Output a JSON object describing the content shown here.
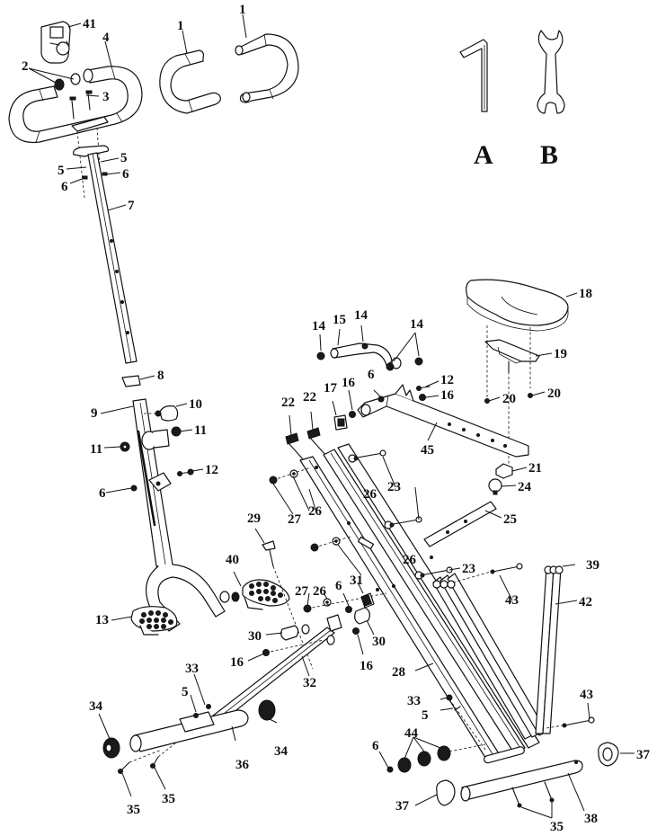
{
  "diagram": {
    "type": "exploded-assembly",
    "subject": "exercise machine parts diagram",
    "tools": [
      {
        "id": "A",
        "label": "A",
        "icon": "allen-key-icon"
      },
      {
        "id": "B",
        "label": "B",
        "icon": "open-wrench-icon"
      }
    ],
    "callouts": [
      {
        "part": "41",
        "label": "41"
      },
      {
        "part": "4",
        "label": "4"
      },
      {
        "part": "1a",
        "label": "1"
      },
      {
        "part": "1b",
        "label": "1"
      },
      {
        "part": "2",
        "label": "2"
      },
      {
        "part": "3",
        "label": "3"
      },
      {
        "part": "5a",
        "label": "5"
      },
      {
        "part": "5b",
        "label": "5"
      },
      {
        "part": "6a",
        "label": "6"
      },
      {
        "part": "6b",
        "label": "6"
      },
      {
        "part": "7",
        "label": "7"
      },
      {
        "part": "8",
        "label": "8"
      },
      {
        "part": "9",
        "label": "9"
      },
      {
        "part": "10",
        "label": "10"
      },
      {
        "part": "11a",
        "label": "11"
      },
      {
        "part": "11b",
        "label": "11"
      },
      {
        "part": "12a",
        "label": "12"
      },
      {
        "part": "6c",
        "label": "6"
      },
      {
        "part": "13",
        "label": "13"
      },
      {
        "part": "40",
        "label": "40"
      },
      {
        "part": "29",
        "label": "29"
      },
      {
        "part": "14a",
        "label": "14"
      },
      {
        "part": "15",
        "label": "15"
      },
      {
        "part": "14b",
        "label": "14"
      },
      {
        "part": "14c",
        "label": "14"
      },
      {
        "part": "18",
        "label": "18"
      },
      {
        "part": "19",
        "label": "19"
      },
      {
        "part": "12b",
        "label": "12"
      },
      {
        "part": "16a",
        "label": "16"
      },
      {
        "part": "16b",
        "label": "16"
      },
      {
        "part": "6d",
        "label": "6"
      },
      {
        "part": "17",
        "label": "17"
      },
      {
        "part": "20a",
        "label": "20"
      },
      {
        "part": "20b",
        "label": "20"
      },
      {
        "part": "22a",
        "label": "22"
      },
      {
        "part": "22b",
        "label": "22"
      },
      {
        "part": "45",
        "label": "45"
      },
      {
        "part": "21",
        "label": "21"
      },
      {
        "part": "24",
        "label": "24"
      },
      {
        "part": "25",
        "label": "25"
      },
      {
        "part": "23a",
        "label": "23"
      },
      {
        "part": "23b",
        "label": "23"
      },
      {
        "part": "26a",
        "label": "26"
      },
      {
        "part": "26b",
        "label": "26"
      },
      {
        "part": "26c",
        "label": "26"
      },
      {
        "part": "26d",
        "label": "26"
      },
      {
        "part": "27a",
        "label": "27"
      },
      {
        "part": "27b",
        "label": "27"
      },
      {
        "part": "6e",
        "label": "6"
      },
      {
        "part": "31",
        "label": "31"
      },
      {
        "part": "39",
        "label": "39"
      },
      {
        "part": "42",
        "label": "42"
      },
      {
        "part": "43a",
        "label": "43"
      },
      {
        "part": "43b",
        "label": "43"
      },
      {
        "part": "30a",
        "label": "30"
      },
      {
        "part": "30b",
        "label": "30"
      },
      {
        "part": "16c",
        "label": "16"
      },
      {
        "part": "16d",
        "label": "16"
      },
      {
        "part": "32",
        "label": "32"
      },
      {
        "part": "28",
        "label": "28"
      },
      {
        "part": "33a",
        "label": "33"
      },
      {
        "part": "5c",
        "label": "5"
      },
      {
        "part": "33b",
        "label": "33"
      },
      {
        "part": "5d",
        "label": "5"
      },
      {
        "part": "34a",
        "label": "34"
      },
      {
        "part": "34b",
        "label": "34"
      },
      {
        "part": "36",
        "label": "36"
      },
      {
        "part": "35a",
        "label": "35"
      },
      {
        "part": "35b",
        "label": "35"
      },
      {
        "part": "6f",
        "label": "6"
      },
      {
        "part": "44",
        "label": "44"
      },
      {
        "part": "37a",
        "label": "37"
      },
      {
        "part": "37b",
        "label": "37"
      },
      {
        "part": "38",
        "label": "38"
      },
      {
        "part": "35c",
        "label": "35"
      }
    ]
  }
}
